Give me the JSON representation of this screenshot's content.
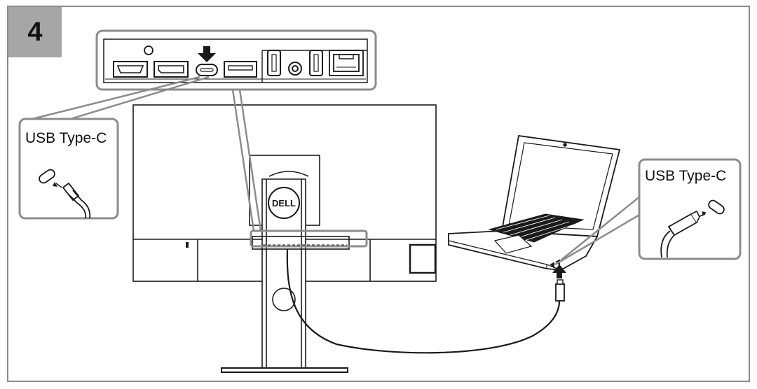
{
  "step": {
    "number": "4"
  },
  "callouts": {
    "monitor_port_label": "USB Type-C",
    "laptop_port_label": "USB Type-C"
  },
  "monitor": {
    "brand_logo": "DELL"
  },
  "colors": {
    "line": "#1a1a1a",
    "callout_border": "#8c8c8c",
    "step_box": "#a6a6a6"
  }
}
